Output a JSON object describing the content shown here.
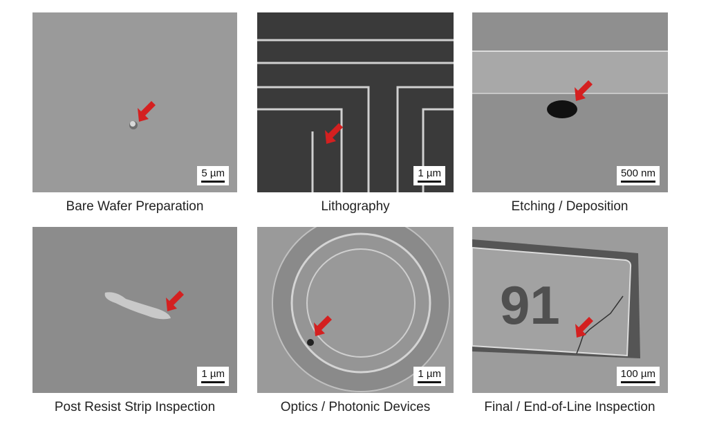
{
  "panels": [
    {
      "caption": "Bare Wafer Preparation",
      "scale": "5 µm"
    },
    {
      "caption": "Lithography",
      "scale": "1 µm"
    },
    {
      "caption": "Etching / Deposition",
      "scale": "500 nm"
    },
    {
      "caption": "Post Resist Strip Inspection",
      "scale": "1 µm"
    },
    {
      "caption": "Optics / Photonic Devices",
      "scale": "1 µm"
    },
    {
      "caption": "Final / End-of-Line Inspection",
      "scale": "100 µm",
      "marking": "91"
    }
  ],
  "colors": {
    "arrow": "#d42020"
  }
}
